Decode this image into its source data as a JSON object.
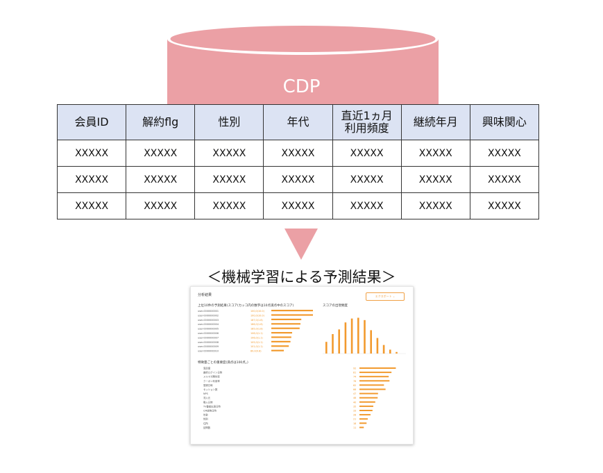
{
  "database": {
    "label": "CDP"
  },
  "table": {
    "headers": [
      "会員ID",
      "解約flg",
      "性別",
      "年代",
      "直近1ヵ月\n利用頻度",
      "継続年月",
      "興味関心"
    ],
    "rows": [
      [
        "XXXXX",
        "XXXXX",
        "XXXXX",
        "XXXXX",
        "XXXXX",
        "XXXXX",
        "XXXXX"
      ],
      [
        "XXXXX",
        "XXXXX",
        "XXXXX",
        "XXXXX",
        "XXXXX",
        "XXXXX",
        "XXXXX"
      ],
      [
        "XXXXX",
        "XXXXX",
        "XXXXX",
        "XXXXX",
        "XXXXX",
        "XXXXX",
        "XXXXX"
      ]
    ]
  },
  "result_title": "＜機械学習による予測結果＞",
  "result_card": {
    "title": "分析結果",
    "button": "エクスポート ⌄",
    "ranking_title": "上位10件の予測結果(スコア(カッコ内の数字は10点満点中のスコア)",
    "histogram_title": "スコアの出現頻度",
    "importance_title": "特徴量ごとの重要度(満点は100点。)",
    "ranking": [
      {
        "user": "user-0000000001",
        "score": "100,0(10.0)",
        "value": 100
      },
      {
        "user": "user-0000000002",
        "score": "100,0(10.0)",
        "value": 100
      },
      {
        "user": "user-0000000003",
        "score": "187,0(1.8)",
        "value": 72
      },
      {
        "user": "user-0000000004",
        "score": "186,0(1.8)",
        "value": 70
      },
      {
        "user": "user-0000000005",
        "score": "185,0(1.8)",
        "value": 68
      },
      {
        "user": "user-0000000006",
        "score": "108,0(1.1)",
        "value": 50
      },
      {
        "user": "user-0000000007",
        "score": "106,0(1.1)",
        "value": 48
      },
      {
        "user": "user-0000000008",
        "score": "105,0(1.1)",
        "value": 46
      },
      {
        "user": "user-0000000009",
        "score": "101,0(1.1)",
        "value": 42
      },
      {
        "user": "user-0000000010",
        "score": "80,0(0.8)",
        "value": 30
      }
    ],
    "histogram": [
      0.3,
      0.5,
      0.62,
      0.8,
      0.9,
      0.92,
      0.86,
      0.6,
      0.4,
      0.22,
      0.1,
      0.04
    ],
    "importance": [
      {
        "name": "満足度",
        "score": "92",
        "value": 92
      },
      {
        "name": "最終ログイン日時",
        "score": "81",
        "value": 81
      },
      {
        "name": "メルマガ開封率",
        "score": "74",
        "value": 74
      },
      {
        "name": "クーポン利用率",
        "score": "76",
        "value": 76
      },
      {
        "name": "登録日時",
        "score": "62",
        "value": 62
      },
      {
        "name": "セッション数",
        "score": "66",
        "value": 66
      },
      {
        "name": "NPS",
        "score": "47",
        "value": 47
      },
      {
        "name": "流入元",
        "score": "46",
        "value": 46
      },
      {
        "name": "購入日時",
        "score": "40",
        "value": 40
      },
      {
        "name": "TV番組出演日時",
        "score": "35",
        "value": 35
      },
      {
        "name": "CM放映日時",
        "score": "33",
        "value": 33
      },
      {
        "name": "年齢",
        "score": "28",
        "value": 28
      },
      {
        "name": "性別",
        "score": "21",
        "value": 21
      },
      {
        "name": "住所",
        "score": "18",
        "value": 18
      },
      {
        "name": "訪問数",
        "score": "11",
        "value": 11
      }
    ]
  },
  "colors": {
    "cdp": "#eba0a5",
    "table_header": "#dce3f3",
    "accent": "#f29a2e"
  }
}
